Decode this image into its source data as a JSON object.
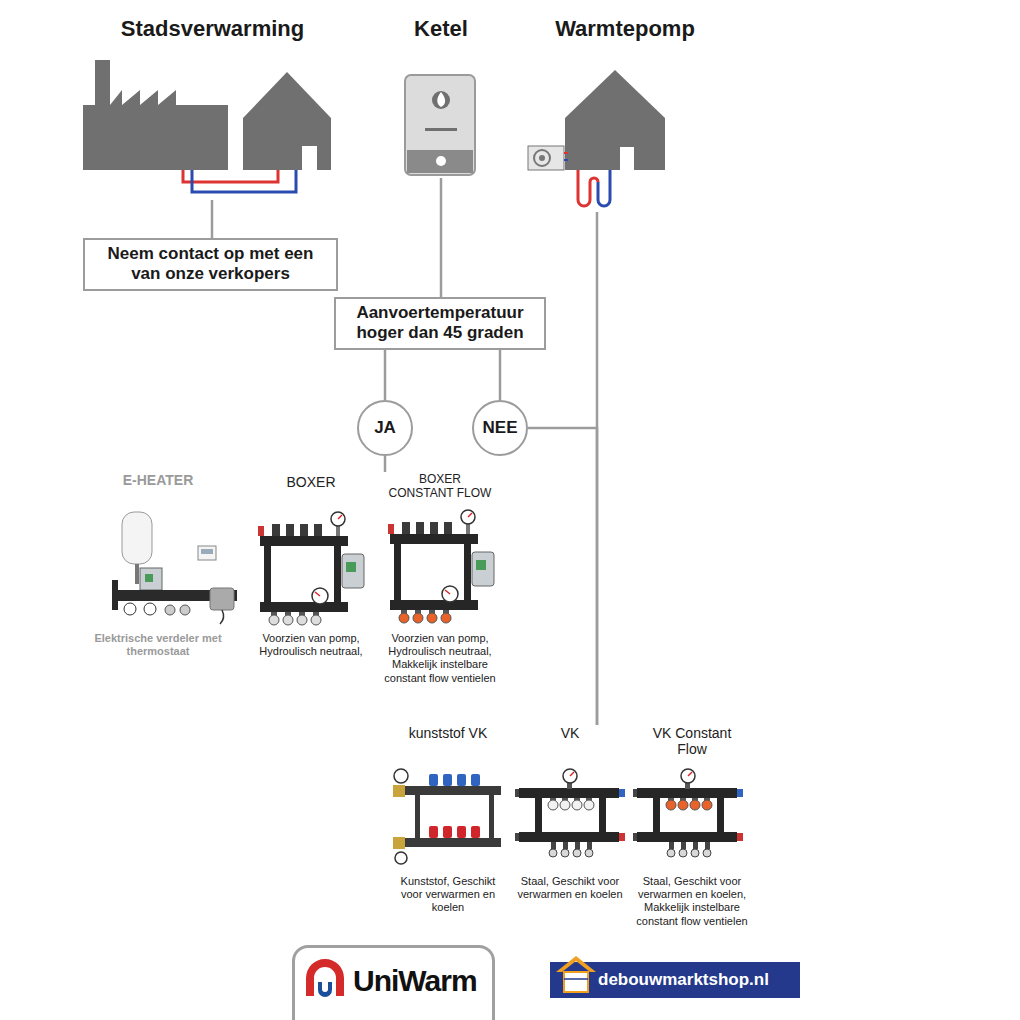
{
  "diagram": {
    "nodes": [
      {
        "text": [
          "Stadsverwarming"
        ]
      },
      {
        "text": [
          "Ketel"
        ]
      },
      {
        "text": [
          "Warmtepomp"
        ]
      },
      {
        "text": [
          "Neem contact op met een van onze verkopers"
        ]
      },
      {
        "text": [
          "Aanvoertemperatuur hoger dan 45 graden"
        ]
      },
      {
        "text": [
          "JA"
        ]
      },
      {
        "text": [
          "NEE"
        ]
      },
      {
        "text": [
          "E-HEATER",
          "Elektrische verdeler met thermostaat"
        ]
      },
      {
        "text": [
          "BOXER",
          "Voorzien van pomp, Hydroulisch neutraal,"
        ]
      },
      {
        "text": [
          "BOXER CONSTANT FLOW",
          "Voorzien van pomp, Hydroulisch neutraal, Makkelijk instelbare constant flow ventielen"
        ]
      },
      {
        "text": [
          "kunststof VK",
          "Kunststof, Geschikt voor verwarmen en koelen"
        ]
      },
      {
        "text": [
          "VK",
          "Staal, Geschikt voor verwarmen en koelen"
        ]
      },
      {
        "text": [
          "VK Constant Flow",
          "Staal, Geschikt voor verwarmen en koelen, Makkelijk instelbare constant flow ventielen"
        ]
      },
      {
        "text": [
          "UniWarm"
        ]
      },
      {
        "text": [
          "debouwmarktshop.nl"
        ]
      }
    ],
    "edges": [
      {
        "from": 0,
        "to": 3,
        "arrow": "none"
      },
      {
        "from": 1,
        "to": 4,
        "arrow": "none"
      },
      {
        "from": 4,
        "to": 5,
        "arrow": "none"
      },
      {
        "from": 4,
        "to": 6,
        "arrow": "none"
      },
      {
        "from": 5,
        "to": 9,
        "arrow": "none"
      },
      {
        "from": 6,
        "to": 11,
        "arrow": "none"
      },
      {
        "from": 2,
        "to": 11,
        "arrow": "none"
      }
    ]
  }
}
